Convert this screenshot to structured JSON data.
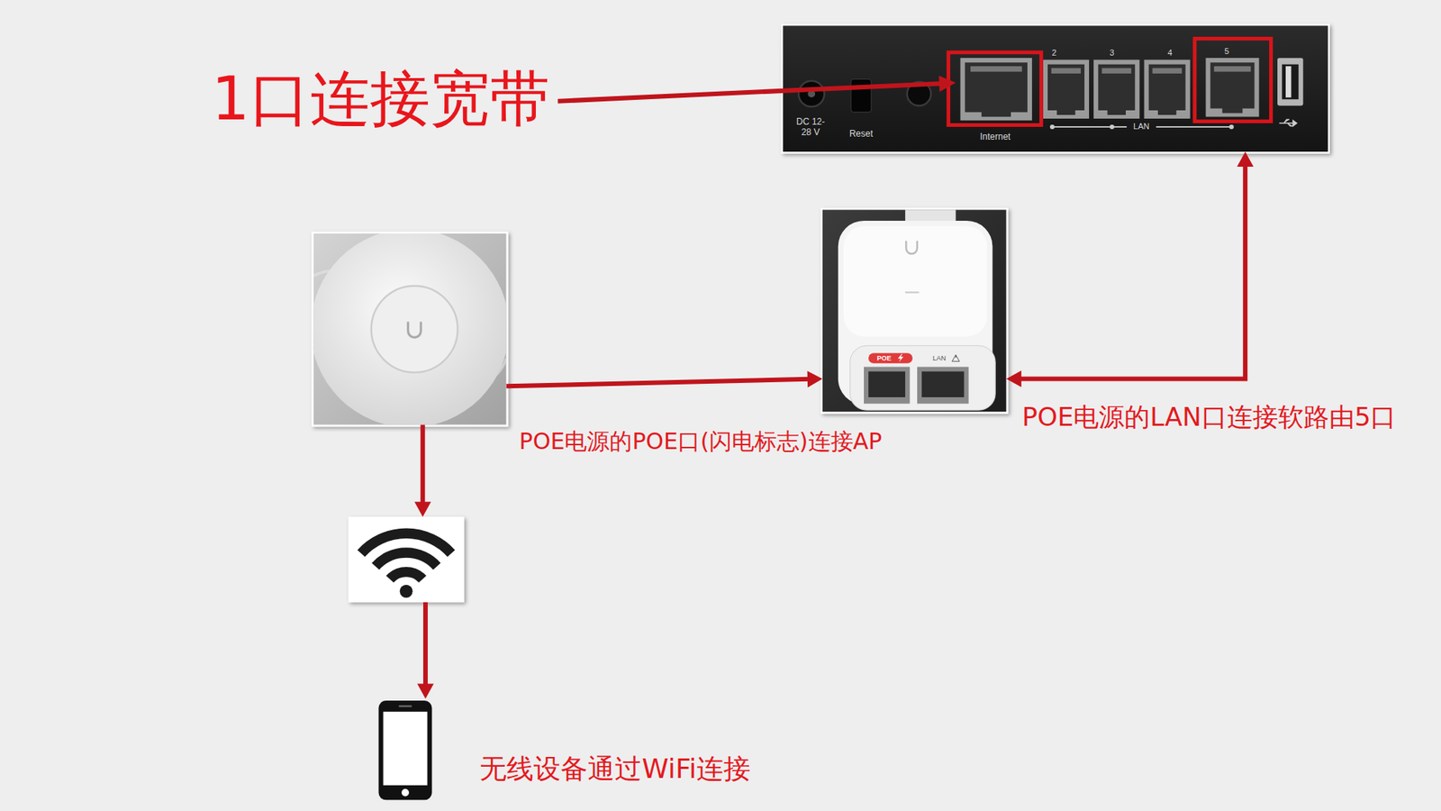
{
  "diagram": {
    "nodes": [
      {
        "text": [
          "DC 12-28 V",
          "Reset",
          "Internet",
          "2",
          "3",
          "4",
          "5",
          "LAN"
        ]
      },
      {
        "text": [
          "POE",
          "LAN"
        ]
      },
      {
        "text": []
      },
      {
        "text": []
      },
      {
        "text": [
          "无线设备通过WiFi连接"
        ]
      }
    ],
    "edges": [
      {
        "from": 1,
        "to": 0,
        "arrow": "both",
        "label": "POE电源的LAN口连接软路由5口"
      },
      {
        "from": 2,
        "to": 1,
        "arrow": "to",
        "label": "POE电源的POE口(闪电标志)连接AP"
      },
      {
        "from": 2,
        "to": 3,
        "arrow": "to"
      },
      {
        "from": 3,
        "to": 4,
        "arrow": "to"
      }
    ],
    "labels": [
      "1口连接宽带"
    ]
  }
}
